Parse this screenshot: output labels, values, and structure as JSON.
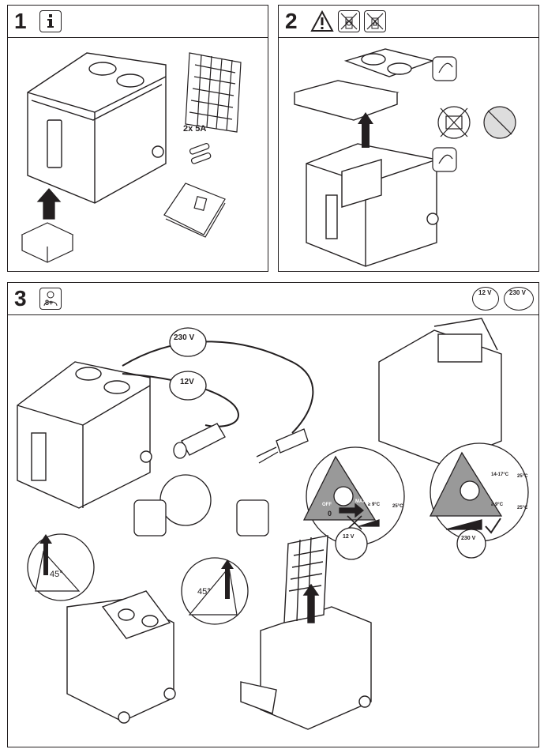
{
  "steps": [
    {
      "number": "1",
      "fuse_label": "2x 5A"
    },
    {
      "number": "2"
    },
    {
      "number": "3",
      "age_label": "8+",
      "voltage_12": "12 V",
      "voltage_230": "230 V",
      "cable_230": "230 V",
      "cable_12": "12V",
      "angle_left": "45°",
      "angle_right": "45°",
      "dial_off": "OFF",
      "dial_max": "MAX",
      "dial_zero": "0",
      "temp_left_inside": "≥ 9°C",
      "temp_left_outside": "25°C",
      "temp_right_inside_a": "14-17°C",
      "temp_right_outside_a": "25°C",
      "temp_right_inside_b": "≥ 9°C",
      "temp_right_outside_b": "25°C",
      "note_12v": "12 V",
      "note_230v": "230 V"
    }
  ],
  "icons": [
    "info-icon",
    "warning-icon",
    "no-chemicals-icon",
    "no-spray-icon",
    "age-8-icon",
    "12v-socket-icon",
    "230v-plug-icon",
    "hand-clean-icon",
    "no-plug-wash-icon",
    "no-immersion-icon",
    "checkmark-icon",
    "cross-icon"
  ]
}
